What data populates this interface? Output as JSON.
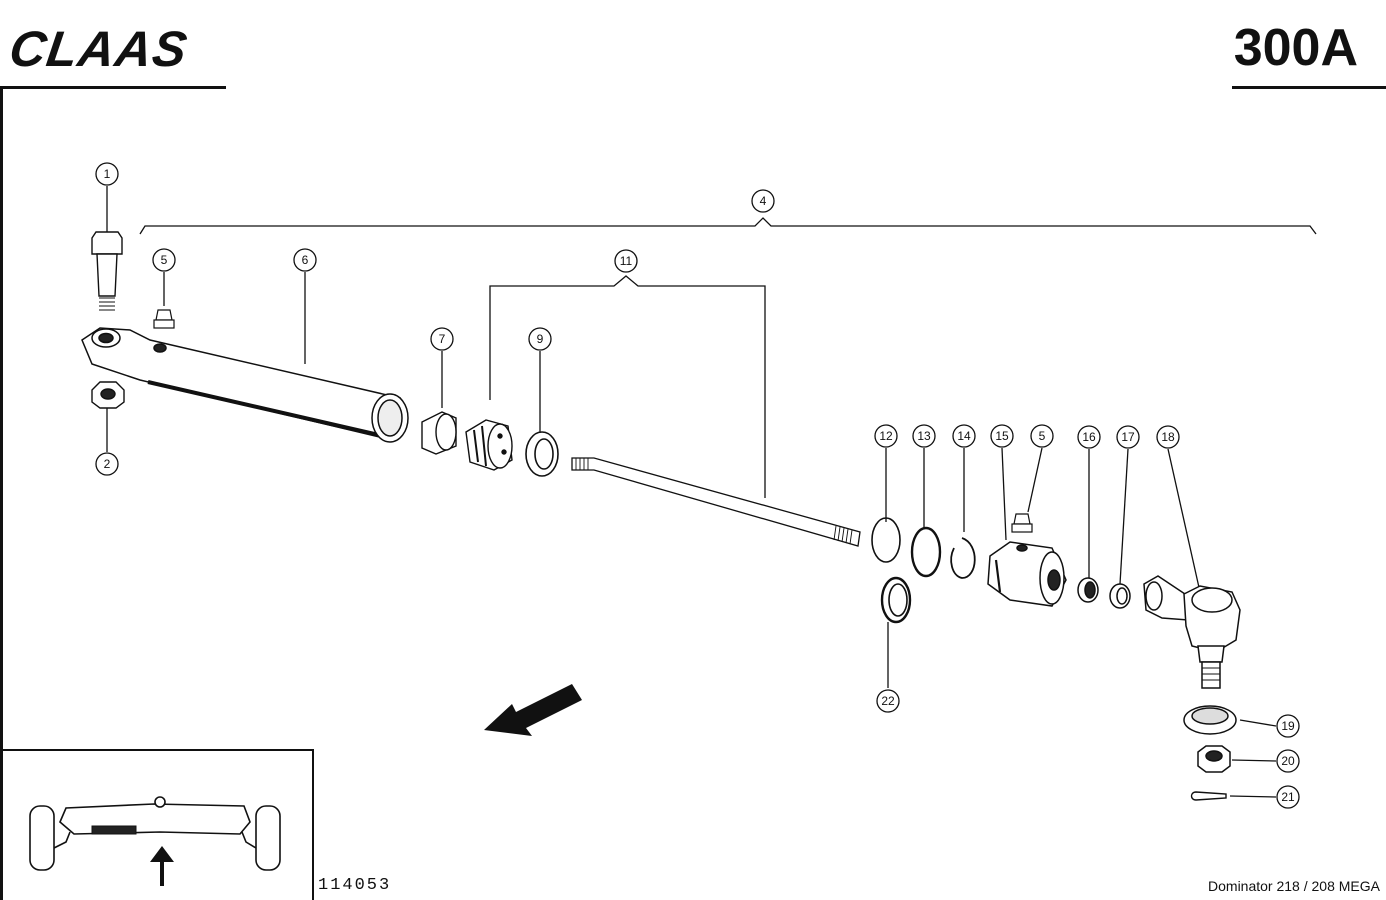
{
  "header": {
    "brand": "CLAAS",
    "page_code": "300A"
  },
  "footer": {
    "drawing_number": "114053",
    "model": "Dominator 218 / 208 MEGA"
  },
  "callouts": [
    "1",
    "2",
    "4",
    "5",
    "6",
    "7",
    "9",
    "11",
    "12",
    "13",
    "14",
    "15",
    "5",
    "16",
    "17",
    "18",
    "19",
    "20",
    "21",
    "22"
  ]
}
